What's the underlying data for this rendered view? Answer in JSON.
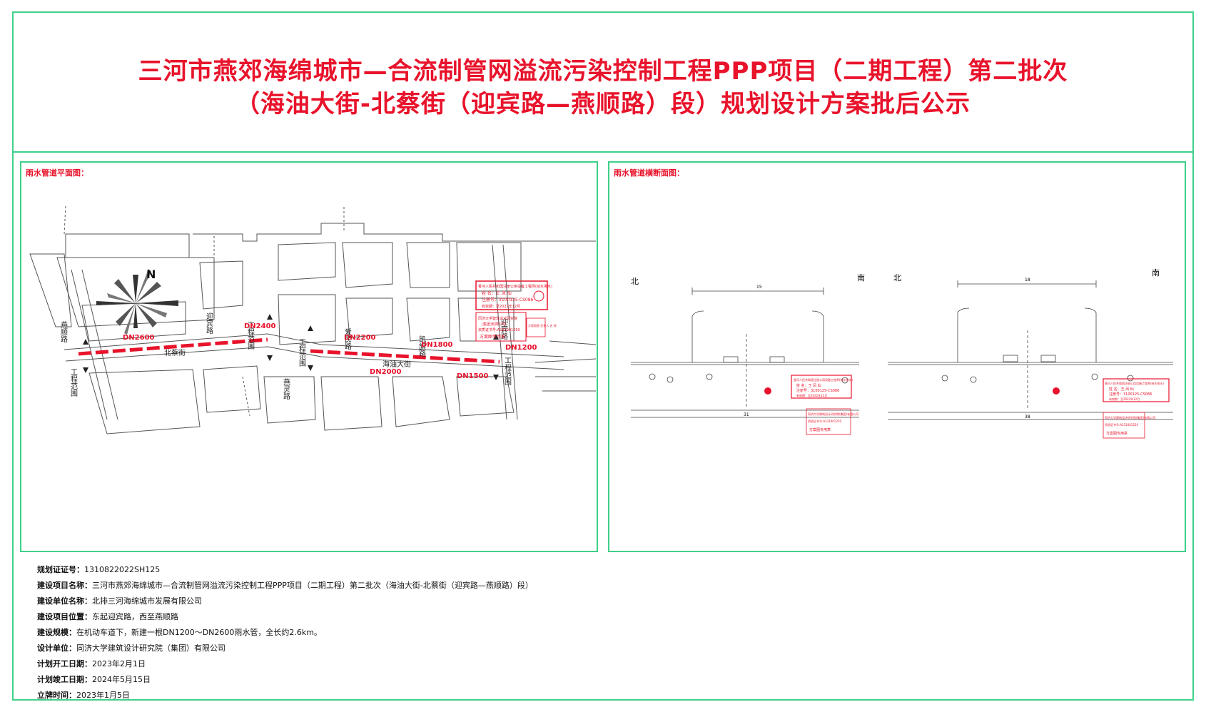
{
  "title": {
    "line1": "三河市燕郊海绵城市—合流制管网溢流污染控制工程PPP项目（二期工程）第二批次",
    "line2": "（海油大街-北蔡街（迎宾路—燕顺路）段）规划设计方案批后公示"
  },
  "left_panel": {
    "label": "雨水管道平面图：",
    "north": "N",
    "roads": {
      "yanshun": "燕顺路",
      "gongcheng1": "工程范围",
      "yingbin": "迎宾路",
      "gongcheng2": "工程范围",
      "beicai": "北蔡街",
      "yanling": "燕灵路",
      "gongcheng3": "工程范围",
      "aimin": "爱民路",
      "kaiqi": "凯旗路",
      "haiyou": "海油大街",
      "yingbin2": "迎宾路",
      "gongcheng4": "工程范围"
    },
    "pipes": {
      "dn2600": "DN2600",
      "dn2400": "DN2400",
      "dn2200": "DN2200",
      "dn2000": "DN2000",
      "dn1800": "DN1800",
      "dn1500": "DN1500",
      "dn1200": "DN1200"
    },
    "stamp": {
      "title": "香河人民共和国注册公用设备工程师(给水排水)",
      "name": "姓 名：王 凤 仙",
      "reg": "注册号：3100125-CS086",
      "valid": "有效期：至2022年12月",
      "inst1": "同济大学建筑设计研究院",
      "inst2": "(集团)有限公司",
      "cert": "资质证书号:A231001250",
      "seal": "方案图专用章",
      "side": "方案面图 负责人 名 称"
    }
  },
  "right_panel": {
    "label": "雨水管道横断面图：",
    "north1": "北",
    "south1": "南",
    "north2": "北",
    "south2": "南",
    "dim1": "15",
    "dim2": "18",
    "total1": "31",
    "total2": "38",
    "stamp": {
      "title": "香河人民共和国注册公用设备工程师(给水排水)",
      "name": "姓 名：王 凤 仙",
      "reg": "注册号：3100125-CS086",
      "valid": "有效期：至2022年12月",
      "inst": "同济大学建筑设计研究院(集团)有限公司",
      "cert": "资质证书号:A231001250",
      "seal": "方案图专用章"
    }
  },
  "info": {
    "permit_label": "规划证证号：",
    "permit": "1310822022SH125",
    "project_label": "建设项目名称：",
    "project": "三河市燕郊海绵城市—合流制管网溢流污染控制工程PPP项目（二期工程）第二批次（海油大街-北蔡街（迎宾路—燕顺路）段）",
    "unit_label": "建设单位名称：",
    "unit": "北排三河海绵城市发展有限公司",
    "location_label": "建设项目位置：",
    "location": "东起迎宾路，西至燕顺路",
    "scale_label": "建设规模：",
    "scale": "在机动车道下，新建一根DN1200～DN2600雨水管，全长约2.6km。",
    "designer_label": "设计单位：",
    "designer": "同济大学建筑设计研究院（集团）有限公司",
    "start_label": "计划开工日期：",
    "start": "2023年2月1日",
    "finish_label": "计划竣工日期：",
    "finish": "2024年5月15日",
    "posted_label": "立牌时间：",
    "posted": "2023年1月5日"
  },
  "colors": {
    "frame": "#3fd08a",
    "title": "#e8132b",
    "pipe": "#e8132b"
  }
}
